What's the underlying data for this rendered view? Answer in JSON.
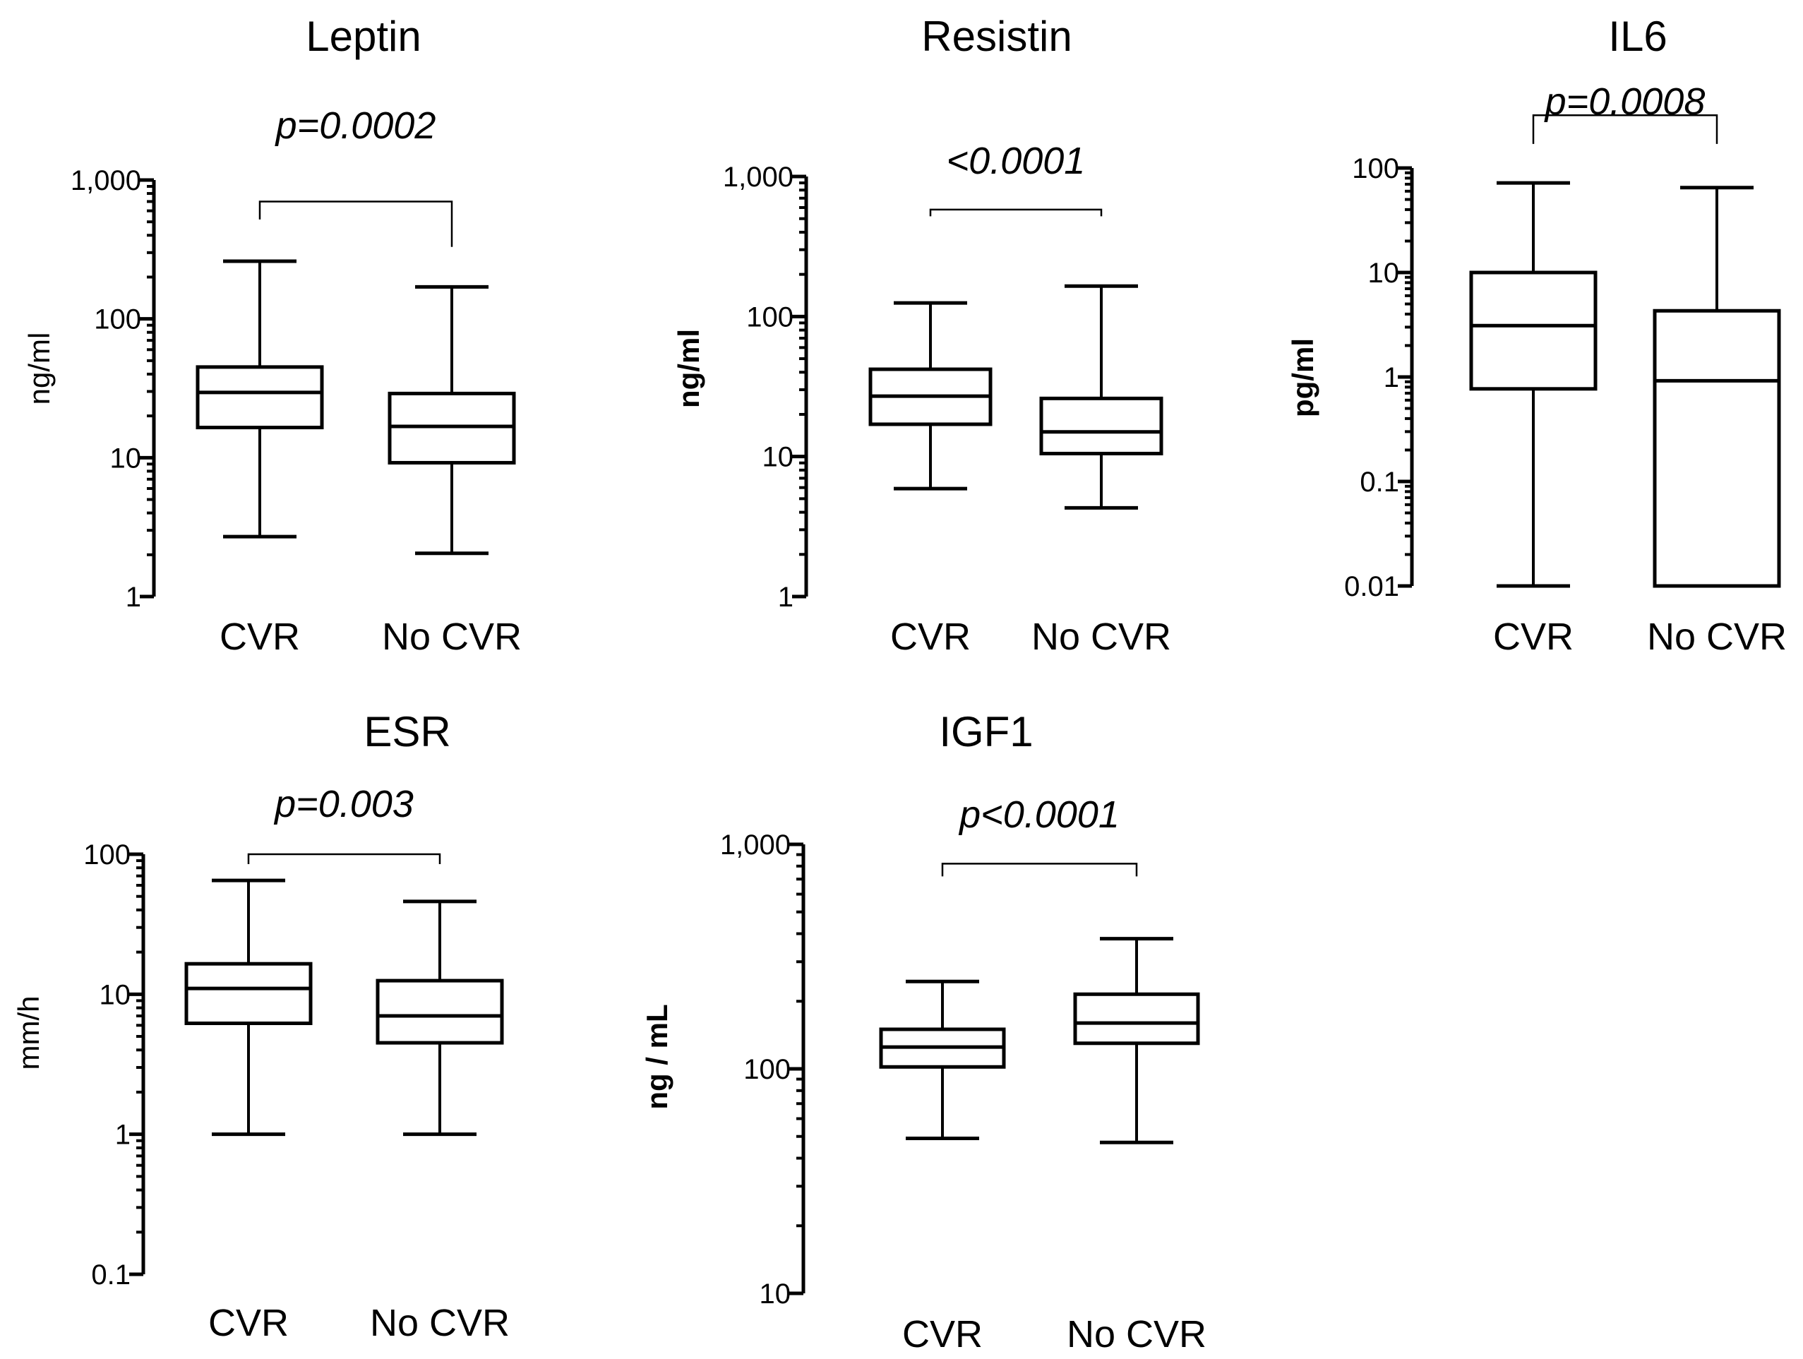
{
  "chart_data": [
    {
      "type": "box",
      "title": "Leptin",
      "ylabel": "ng/ml",
      "ylabel_bold": false,
      "yscale": "log",
      "ylim": [
        1,
        1000
      ],
      "ytick_labels": [
        "1",
        "10",
        "100",
        "1,000"
      ],
      "categories": [
        "CVR",
        "No CVR"
      ],
      "series": [
        {
          "min": 2.7,
          "q1": 16.5,
          "median": 29.5,
          "q3": 45,
          "max": 260
        },
        {
          "min": 2.05,
          "q1": 9.2,
          "median": 16.8,
          "q3": 29,
          "max": 170
        }
      ],
      "significance": {
        "label": "p=0.0002",
        "bracket_top": 700,
        "left_end": 520,
        "right_end": 330
      }
    },
    {
      "type": "box",
      "title": "Resistin",
      "ylabel": "ng/ml",
      "ylabel_bold": true,
      "yscale": "log",
      "ylim": [
        1,
        1000
      ],
      "ytick_labels": [
        "1",
        "10",
        "100",
        "1,000"
      ],
      "categories": [
        "CVR",
        "No CVR"
      ],
      "series": [
        {
          "min": 5.9,
          "q1": 17,
          "median": 27,
          "q3": 42,
          "max": 125
        },
        {
          "min": 4.3,
          "q1": 10.5,
          "median": 15,
          "q3": 26,
          "max": 165
        }
      ],
      "significance": {
        "label": "<0.0001",
        "bracket_top": 580,
        "left_end": 520,
        "right_end": 520
      }
    },
    {
      "type": "box",
      "title": "IL6",
      "ylabel": "pg/ml",
      "ylabel_bold": true,
      "yscale": "log",
      "ylim": [
        0.01,
        100
      ],
      "ytick_labels": [
        "0.01",
        "0.1",
        "1",
        "10",
        "100"
      ],
      "categories": [
        "CVR",
        "No CVR"
      ],
      "series": [
        {
          "min": 0.01,
          "q1": 0.77,
          "median": 3.1,
          "q3": 10,
          "max": 72
        },
        {
          "min": 0.0108,
          "q1": 0.01,
          "median": 0.92,
          "q3": 4.3,
          "max": 65
        }
      ],
      "significance": {
        "label": "p=0.0008",
        "bracket_top": 320,
        "left_end": 170,
        "right_end": 170
      }
    },
    {
      "type": "box",
      "title": "ESR",
      "ylabel": "mm/h",
      "ylabel_bold": false,
      "yscale": "log",
      "ylim": [
        0.1,
        100
      ],
      "ytick_labels": [
        "0.1",
        "1",
        "10",
        "100"
      ],
      "categories": [
        "CVR",
        "No CVR"
      ],
      "series": [
        {
          "min": 1,
          "q1": 6.2,
          "median": 11,
          "q3": 16.5,
          "max": 65
        },
        {
          "min": 1,
          "q1": 4.5,
          "median": 7,
          "q3": 12.5,
          "max": 46
        }
      ],
      "significance": {
        "label": "p=0.003",
        "bracket_top": 100,
        "left_end": 85,
        "right_end": 85
      }
    },
    {
      "type": "box",
      "title": "IGF1",
      "ylabel": "ng / mL",
      "ylabel_bold": true,
      "yscale": "log",
      "ylim": [
        10,
        1000
      ],
      "ytick_labels": [
        "10",
        "100",
        "1,000"
      ],
      "categories": [
        "CVR",
        "No CVR"
      ],
      "series": [
        {
          "min": 49,
          "q1": 102,
          "median": 125,
          "q3": 150,
          "max": 245
        },
        {
          "min": 47,
          "q1": 130,
          "median": 160,
          "q3": 215,
          "max": 380
        }
      ],
      "significance": {
        "label": "p<0.0001",
        "bracket_top": 820,
        "left_end": 720,
        "right_end": 720
      }
    }
  ]
}
